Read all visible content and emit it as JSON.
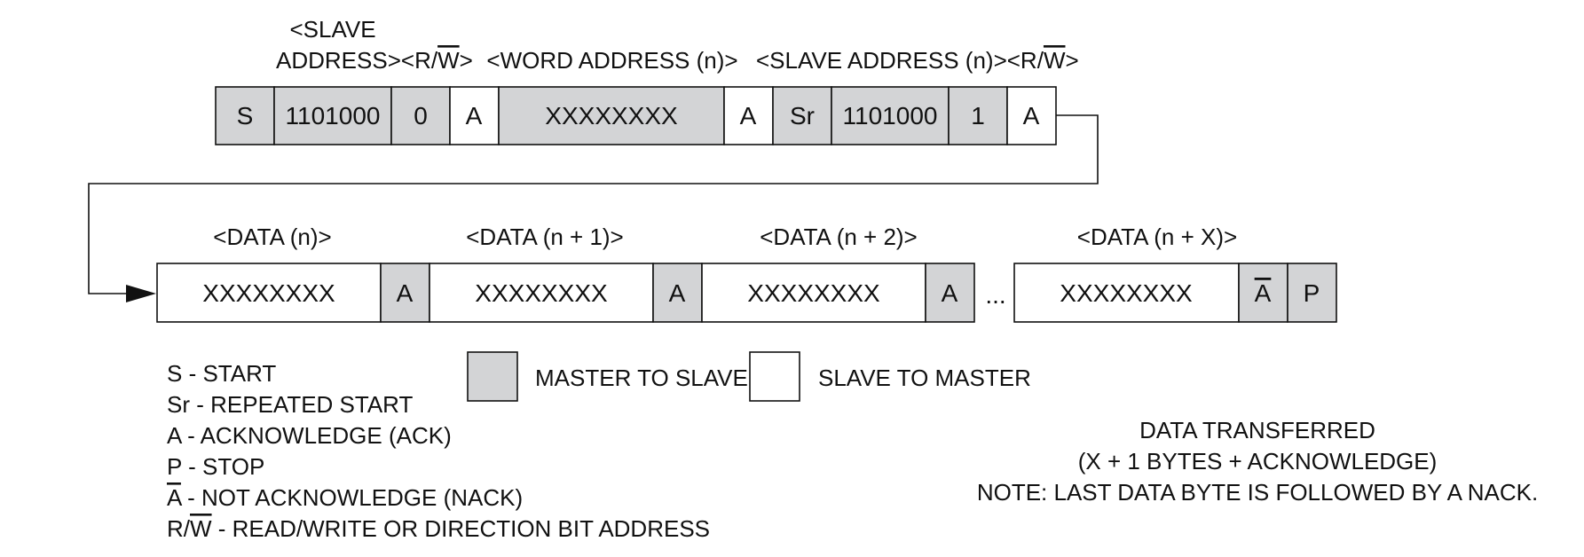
{
  "colors": {
    "master_fill": "#d3d4d6",
    "slave_fill": "#ffffff",
    "stroke": "#111111"
  },
  "row1": {
    "labels": {
      "slave_address_line1": "<SLAVE",
      "slave_address_line2": "ADDRESS><R/",
      "rw_w": "W",
      "rw_close": ">",
      "word_address": "<WORD ADDRESS (n)>",
      "slave_address_n": "<SLAVE ADDRESS (n)><R/",
      "slave_address_n_w": "W",
      "slave_address_n_close": ">"
    },
    "cells": [
      {
        "text": "S",
        "role": "master"
      },
      {
        "text": "1101000",
        "role": "master"
      },
      {
        "text": "0",
        "role": "master"
      },
      {
        "text": "A",
        "role": "slave"
      },
      {
        "text": "XXXXXXXX",
        "role": "master"
      },
      {
        "text": "A",
        "role": "slave"
      },
      {
        "text": "Sr",
        "role": "master"
      },
      {
        "text": "1101000",
        "role": "master"
      },
      {
        "text": "1",
        "role": "master"
      },
      {
        "text": "A",
        "role": "slave"
      }
    ]
  },
  "row2": {
    "labels": {
      "data_n": "<DATA (n)>",
      "data_n1": "<DATA (n + 1)>",
      "data_n2": "<DATA (n + 2)>",
      "data_nx": "<DATA (n + X)>"
    },
    "ellipsis": "...",
    "cells": [
      {
        "text": "XXXXXXXX",
        "role": "slave"
      },
      {
        "text": "A",
        "role": "master"
      },
      {
        "text": "XXXXXXXX",
        "role": "slave"
      },
      {
        "text": "A",
        "role": "master"
      },
      {
        "text": "XXXXXXXX",
        "role": "slave"
      },
      {
        "text": "A",
        "role": "master"
      },
      {
        "text": "XXXXXXXX",
        "role": "slave"
      },
      {
        "text": "A",
        "role": "master",
        "overline": true
      },
      {
        "text": "P",
        "role": "master"
      }
    ]
  },
  "legend": {
    "abbreviations": [
      {
        "key": "S",
        "desc": " - START"
      },
      {
        "key": "Sr",
        "desc": " - REPEATED START"
      },
      {
        "key": "A",
        "desc": " - ACKNOWLEDGE (ACK)"
      },
      {
        "key": "P",
        "desc": " - STOP"
      },
      {
        "key": "A",
        "desc": " - NOT ACKNOWLEDGE (NACK)",
        "overline": true
      },
      {
        "key": "R/",
        "key_w": "W",
        "desc": " - READ/WRITE OR DIRECTION BIT ADDRESS"
      }
    ],
    "master_to_slave": "MASTER TO SLAVE",
    "slave_to_master": "SLAVE TO MASTER"
  },
  "note": {
    "line1": "DATA TRANSFERRED",
    "line2": "(X + 1 BYTES + ACKNOWLEDGE)",
    "line3": "NOTE: LAST DATA BYTE IS FOLLOWED BY A NACK."
  }
}
